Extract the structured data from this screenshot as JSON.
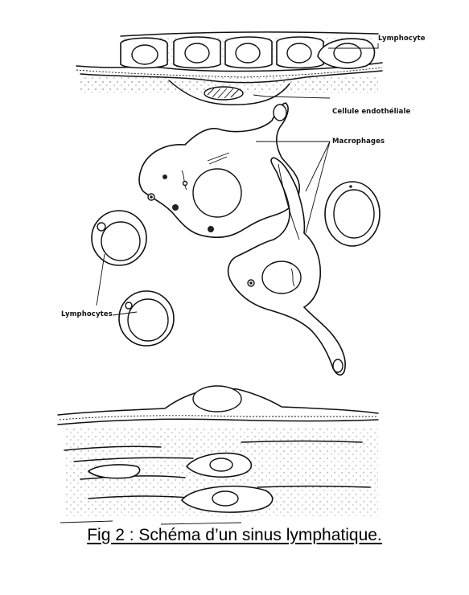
{
  "labels": {
    "lymphocyte_top": "Lymphocyte",
    "endothelial": "Cellule endothéliale",
    "macrophages": "Macrophages",
    "lymphocytes_left": "Lymphocytes"
  },
  "caption": "Fig 2 : Schéma d’un sinus lymphatique."
}
